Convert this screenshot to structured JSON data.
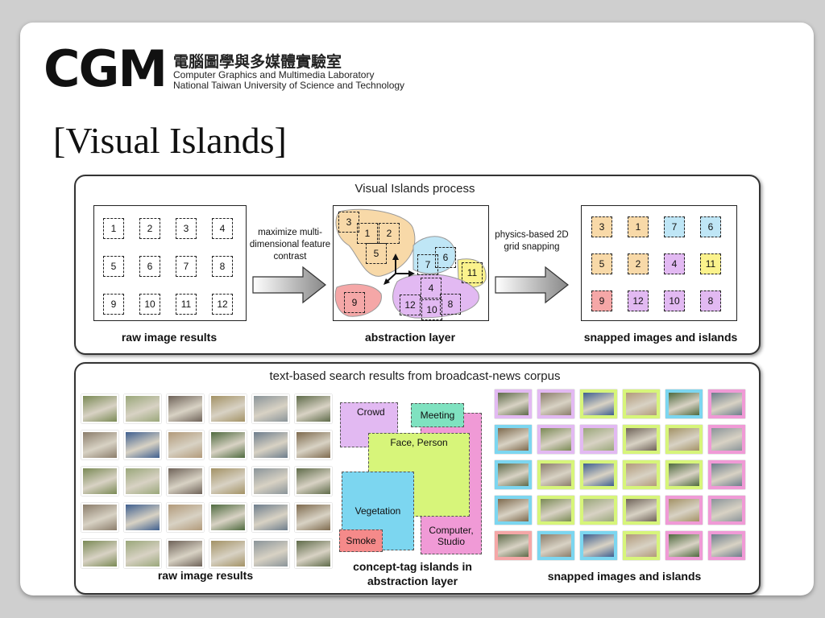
{
  "header": {
    "logo": "CGM",
    "lab_cn": "電腦圖學與多媒體實驗室",
    "lab_en": "Computer Graphics and Multimedia Laboratory",
    "university": "National Taiwan University of Science and Technology"
  },
  "title": "[Visual Islands]",
  "top_panel": {
    "title": "Visual Islands process",
    "left_label": "raw image results",
    "mid_label": "abstraction layer",
    "right_label": "snapped images and islands",
    "arrow1": "maximize multi-dimensional feature contrast",
    "arrow2": "physics-based 2D grid snapping",
    "raw_cells": [
      "1",
      "2",
      "3",
      "4",
      "5",
      "6",
      "7",
      "8",
      "9",
      "10",
      "11",
      "12"
    ],
    "abstraction_cells": [
      "3",
      "1",
      "2",
      "5",
      "6",
      "7",
      "11",
      "4",
      "9",
      "12",
      "10",
      "8"
    ],
    "snapped_cells": [
      "3",
      "1",
      "7",
      "6",
      "5",
      "2",
      "4",
      "11",
      "9",
      "12",
      "10",
      "8"
    ]
  },
  "bottom_panel": {
    "title": "text-based search results from broadcast-news corpus",
    "left_label": "raw image results",
    "mid_label_1": "concept-tag islands in",
    "mid_label_2": "abstraction layer",
    "right_label": "snapped images and islands",
    "tags": {
      "crowd": "Crowd",
      "meeting": "Meeting",
      "face": "Face, Person",
      "vegetation": "Vegetation",
      "computer_1": "Computer,",
      "computer_2": "Studio",
      "smoke": "Smoke"
    }
  },
  "colors": {
    "orange": "#f8d9a8",
    "blue": "#bfe6f6",
    "purple": "#e2b9f2",
    "yellow": "#fbf28c",
    "red": "#f5a7a7",
    "green": "#d7f57a",
    "magenta": "#f09ad6",
    "cyan": "#7cd6f0"
  }
}
